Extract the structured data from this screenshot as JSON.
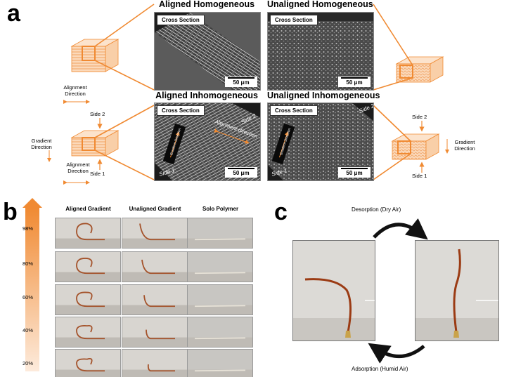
{
  "panels": {
    "a": "a",
    "b": "b",
    "c": "c"
  },
  "panel_a": {
    "titles": {
      "aligned_homogeneous": "Aligned Homogeneous",
      "unaligned_homogeneous": "Unaligned Homogeneous",
      "aligned_inhomogeneous": "Aligned Inhomogeneous",
      "unaligned_inhomogeneous": "Unaligned Inhomogeneous"
    },
    "cross_section": "Cross Section",
    "scale_bar": "50 μm",
    "alignment_direction": "Alignment Direction",
    "gradient_direction": "Gradient Direction",
    "side_1": "Side 1",
    "side_2": "Side 2",
    "sem_alignment_direction": "Alignment direction",
    "sem_gradient_direction": "Gradient Direction",
    "sem_side_1": "Side 1",
    "sem_side_2": "Side 2"
  },
  "panel_b": {
    "columns": [
      "Aligned Gradient",
      "Unaligned Gradient",
      "Solo Polymer"
    ],
    "rows": [
      "98%",
      "80%",
      "60%",
      "40%",
      "20%"
    ]
  },
  "panel_c": {
    "desorption": "Desorption (Dry Air)",
    "adsorption": "Adsorption (Humid Air)"
  },
  "colors": {
    "accent": "#f08a32",
    "accent_light": "#f9c9a0",
    "arrow_dark": "#111111"
  }
}
